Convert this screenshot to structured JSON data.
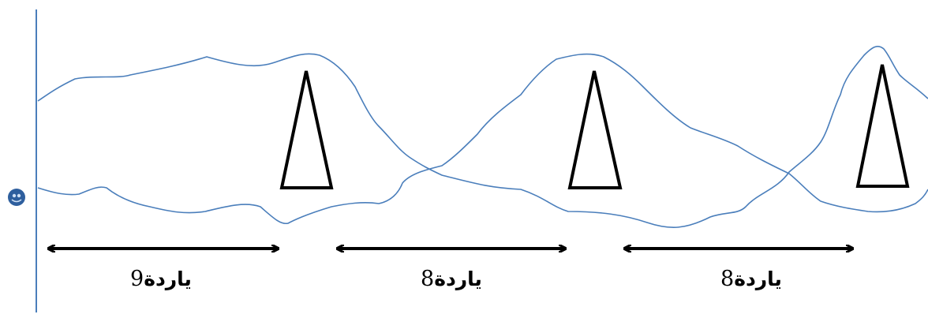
{
  "colors": {
    "background": "#ffffff",
    "path": "#4a7ebb",
    "axis": "#4a7ebb",
    "marker": "#000000",
    "dot": "#2e5f9e"
  },
  "segments": [
    {
      "number": "9",
      "unit": "ياردة"
    },
    {
      "number": "8",
      "unit": "ياردة"
    },
    {
      "number": "8",
      "unit": "ياردة"
    }
  ]
}
